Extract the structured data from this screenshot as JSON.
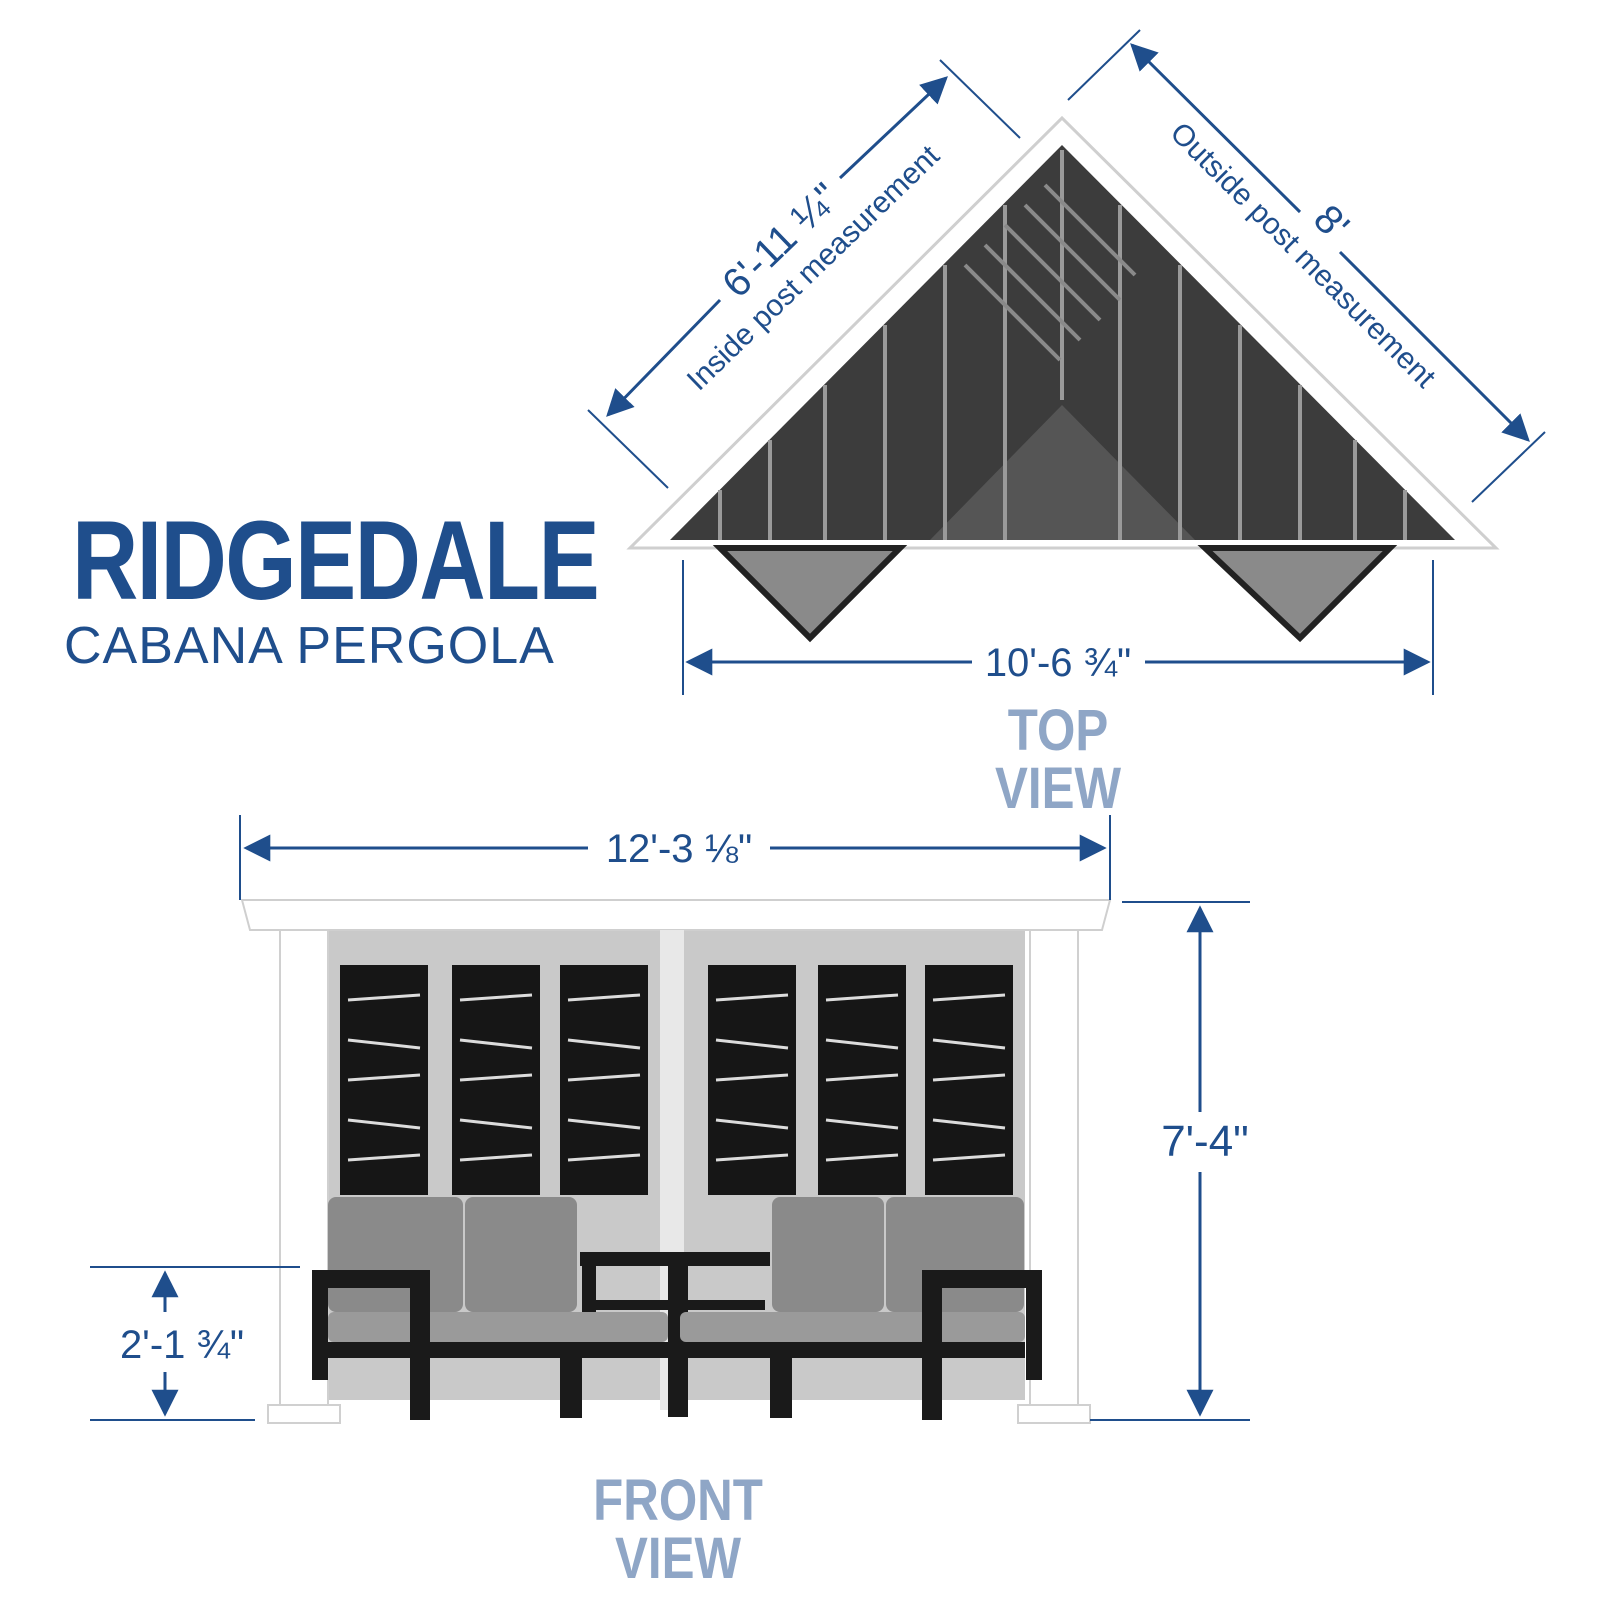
{
  "title": {
    "main": "RIDGEDALE",
    "sub": "CABANA PERGOLA"
  },
  "colors": {
    "accent": "#1f4e8c",
    "view_label": "#8fa6c6",
    "panel": "#1a1a1a",
    "cushion": "#808080",
    "frame": "#ffffff"
  },
  "top_view": {
    "label": "TOP VIEW",
    "inside_dim": "6'-11 ¼\"",
    "inside_caption": "Inside post measurement",
    "outside_dim": "8'",
    "outside_caption": "Outside post measurement",
    "width_dim": "10'-6 ¾\""
  },
  "front_view": {
    "label": "FRONT VIEW",
    "width_dim": "12'-3 ⅛\"",
    "height_dim": "7'-4\"",
    "seat_height_dim": "2'-1 ¾\""
  }
}
